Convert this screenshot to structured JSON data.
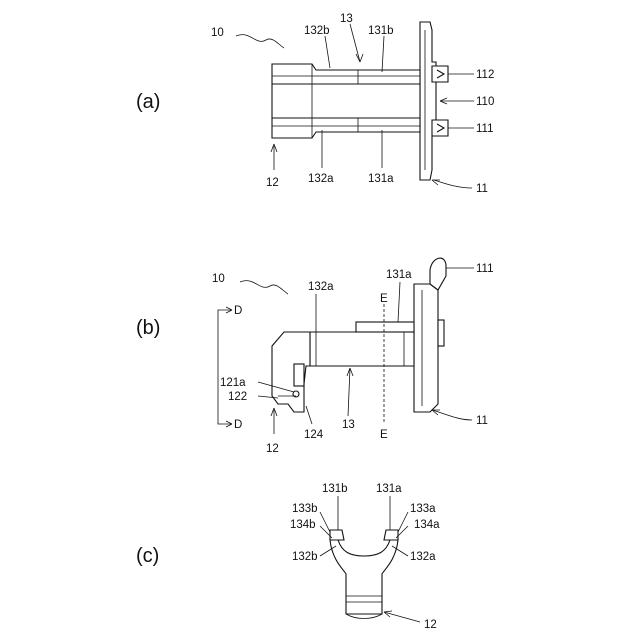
{
  "figure": {
    "panels": {
      "a": "(a)",
      "b": "(b)",
      "c": "(c)"
    },
    "labels_a": {
      "ref_10": "10",
      "ref_13": "13",
      "ref_132b": "132b",
      "ref_131b": "131b",
      "ref_112": "112",
      "ref_110": "110",
      "ref_111": "111",
      "ref_12": "12",
      "ref_132a": "132a",
      "ref_131a": "131a",
      "ref_11": "11"
    },
    "labels_b": {
      "ref_10": "10",
      "ref_132a": "132a",
      "ref_131a": "131a",
      "ref_111": "111",
      "ref_D_top": "D",
      "ref_E_top": "E",
      "ref_121a": "121a",
      "ref_122": "122",
      "ref_D_bottom": "D",
      "ref_124": "124",
      "ref_13": "13",
      "ref_E_bottom": "E",
      "ref_11": "11",
      "ref_12": "12"
    },
    "labels_c": {
      "ref_131b": "131b",
      "ref_131a": "131a",
      "ref_133b": "133b",
      "ref_133a": "133a",
      "ref_134b": "134b",
      "ref_134a": "134a",
      "ref_132b": "132b",
      "ref_132a": "132a",
      "ref_12": "12"
    }
  }
}
